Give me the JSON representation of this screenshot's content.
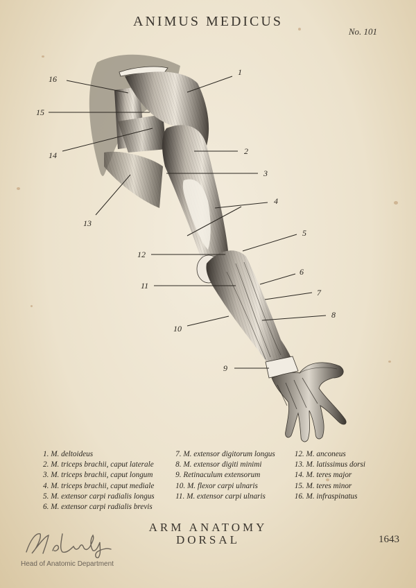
{
  "header": {
    "title": "ANIMUS MEDICUS",
    "plate_number": "No. 101"
  },
  "labels": [
    "1",
    "2",
    "3",
    "4",
    "5",
    "6",
    "7",
    "8",
    "9",
    "10",
    "11",
    "12",
    "13",
    "14",
    "15",
    "16"
  ],
  "legend": [
    [
      "1. M. deltoideus",
      "2. M. triceps brachii, caput laterale",
      "3. M. triceps brachii, caput longum",
      "4. M. triceps brachii, caput mediale",
      "5. M. extensor carpi radialis longus",
      "6. M. extensor carpi radialis brevis"
    ],
    [
      "7. M. extensor digitorum longus",
      "8. M. extensor digiti minimi",
      "9. Retinaculum extensorum",
      "10. M. flexor carpi ulnaris",
      "11. M. extensor carpi ulnaris"
    ],
    [
      "12. M. anconeus",
      "13. M. latissimus dorsi",
      "14. M. teres major",
      "15. M. teres minor",
      "16. M. infraspinatus"
    ]
  ],
  "title": {
    "line1": "ARM ANATOMY",
    "line2": "DORSAL"
  },
  "year": "1643",
  "signature": {
    "text": "W. Luebbe",
    "role": "Head of Anatomic Department"
  }
}
